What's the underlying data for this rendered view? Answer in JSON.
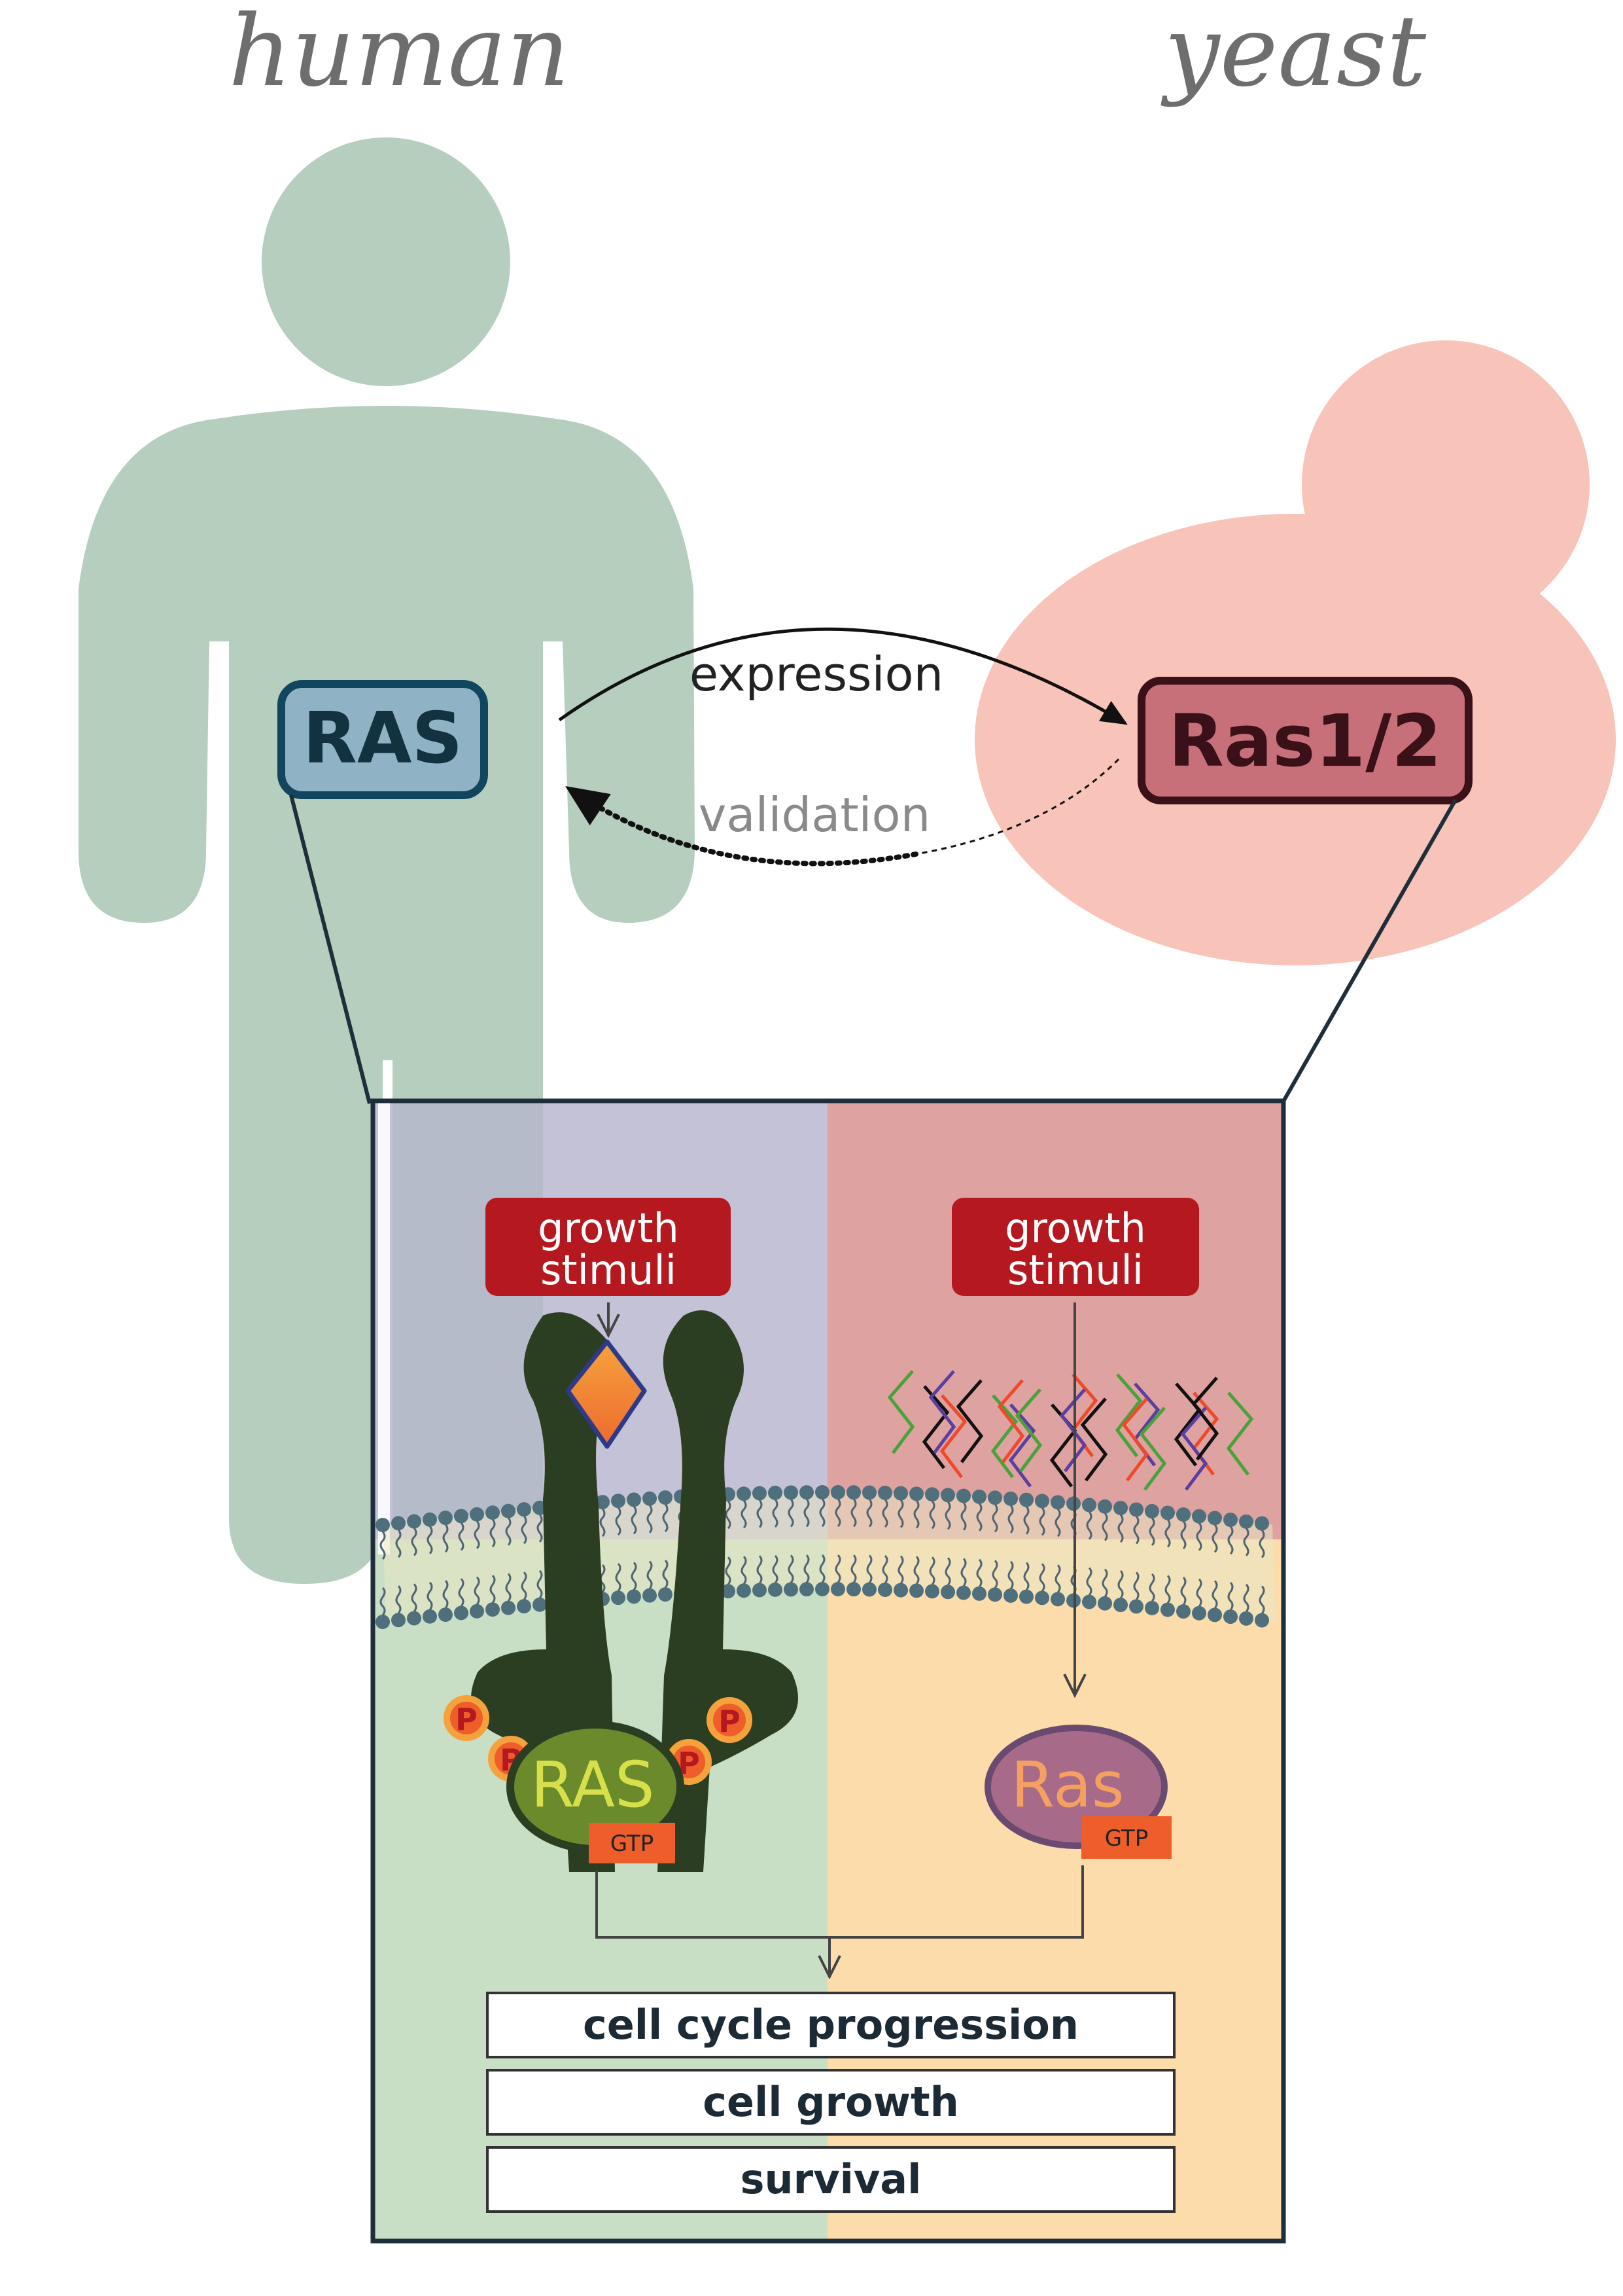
{
  "titles": {
    "left": "human",
    "right": "yeast"
  },
  "genes": {
    "human": "RAS",
    "yeast": "Ras1/2"
  },
  "arrows": {
    "top": "expression",
    "bottom": "validation"
  },
  "panel": {
    "left_stimulus": [
      "growth",
      "stimuli"
    ],
    "right_stimulus": [
      "growth",
      "stimuli"
    ],
    "human_protein": "RAS",
    "yeast_protein": "Ras",
    "gtp_label": "GTP",
    "phospho_label": "P",
    "outcomes": [
      "cell cycle progression",
      "cell growth",
      "survival"
    ]
  },
  "colors": {
    "human_body": "#b5cebd",
    "yeast_cell": "#f8c3b8",
    "ras_box_fill": "#8fb3c4",
    "ras_box_stroke": "#12465e",
    "ras12_box_fill": "#c8707a",
    "ras12_box_stroke": "#3a1118",
    "stimulus_red": "#b5191f",
    "receptor_dark": "#2b3e22",
    "ligand_orange": "#f08a36",
    "gtp_orange": "#ed5e2b",
    "ras_green": "#6b8a2c",
    "ras_purple": "#a76a88"
  }
}
